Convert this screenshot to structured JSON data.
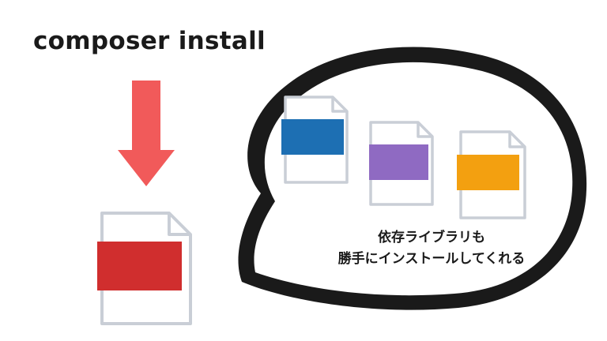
{
  "command": {
    "text": "composer install"
  },
  "bubble": {
    "line1": "依存ライブラリも",
    "line2": "勝手にインストールしてくれる"
  },
  "colors": {
    "arrow": "#f15a5a",
    "main_file_label": "#d02e2e",
    "lib_blue": "#1d6fb3",
    "lib_purple": "#8f6ac2",
    "lib_orange": "#f3a010",
    "file_outline": "#c9ced6",
    "bubble_border": "#1a1a1a"
  },
  "icons": {
    "arrow": "down-arrow-icon",
    "file": "document-file-icon",
    "bubble": "speech-bubble"
  }
}
